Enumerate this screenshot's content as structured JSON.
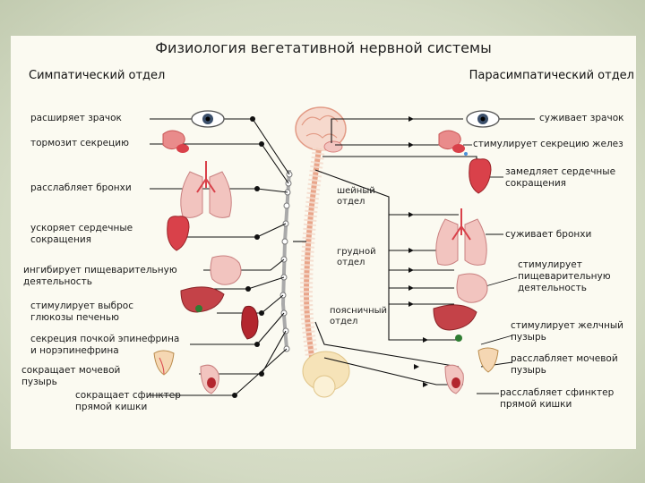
{
  "title": "Физиология вегетативной нервной системы",
  "headers": {
    "sympathetic": "Симпатический отдел",
    "parasympathetic": "Парасимпатический отдел"
  },
  "spine_labels": {
    "cervical": [
      "шейный",
      "отдел"
    ],
    "thoracic": [
      "грудной",
      "отдел"
    ],
    "lumbar": [
      "поясничный",
      "отдел"
    ]
  },
  "sympathetic_effects": [
    [
      "расширяет зрачок"
    ],
    [
      "тормозит секрецию"
    ],
    [
      "расслабляет бронхи"
    ],
    [
      "ускоряет сердечные",
      "сокращения"
    ],
    [
      "ингибирует пищеварительную",
      "деятельность"
    ],
    [
      "стимулирует выброс",
      "глюкозы печенью"
    ],
    [
      "секреция почкой эпинефрина",
      "и норэпинефрина"
    ],
    [
      "сокращает мочевой",
      "пузырь"
    ],
    [
      "сокращает сфинктер",
      "прямой кишки"
    ]
  ],
  "parasympathetic_effects": [
    [
      "суживает зрачок"
    ],
    [
      "стимулирует секрецию желез"
    ],
    [
      "замедляет сердечные",
      "сокращения"
    ],
    [
      "суживает бронхи"
    ],
    [
      "стимулирует",
      "пищеварительную",
      "деятельность"
    ],
    [
      "стимулирует желчный",
      "пузырь"
    ],
    [
      "расслабляет мочевой",
      "пузырь"
    ],
    [
      "расслабляет сфинктер",
      "прямой кишки"
    ]
  ],
  "colors": {
    "organ": "#d9414a",
    "organ_light": "#f2c4bf",
    "spine": "#e9a58a",
    "chain": "#a9a9a9",
    "wire": "#111111"
  }
}
